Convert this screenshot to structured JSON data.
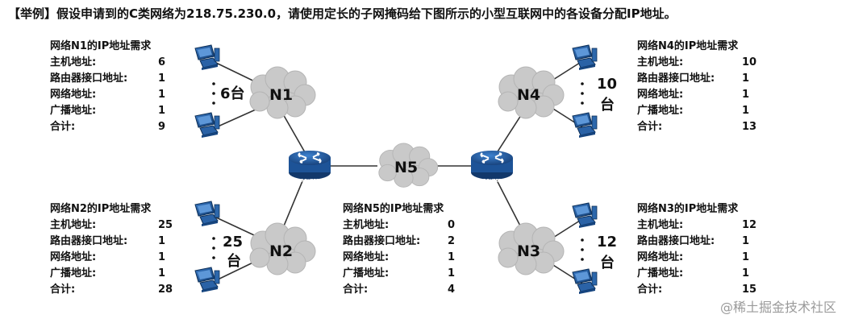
{
  "title": "【举例】假设申请到的C类网络为218.75.230.0，请使用定长的子网掩码给下图所示的小型互联网中的各设备分配IP地址。",
  "requirements": {
    "n1": {
      "heading": "网络N1的IP地址需求",
      "rows": [
        {
          "label": "主机地址:",
          "value": "6"
        },
        {
          "label": "路由器接口地址:",
          "value": "1"
        },
        {
          "label": "网络地址:",
          "value": "1"
        },
        {
          "label": "广播地址:",
          "value": "1"
        },
        {
          "label": "合计:",
          "value": "9"
        }
      ]
    },
    "n4": {
      "heading": "网络N4的IP地址需求",
      "rows": [
        {
          "label": "主机地址:",
          "value": "10"
        },
        {
          "label": "路由器接口地址:",
          "value": "1"
        },
        {
          "label": "网络地址:",
          "value": "1"
        },
        {
          "label": "广播地址:",
          "value": "1"
        },
        {
          "label": "合计:",
          "value": "13"
        }
      ]
    },
    "n2": {
      "heading": "网络N2的IP地址需求",
      "rows": [
        {
          "label": "主机地址:",
          "value": "25"
        },
        {
          "label": "路由器接口地址:",
          "value": "1"
        },
        {
          "label": "网络地址:",
          "value": "1"
        },
        {
          "label": "广播地址:",
          "value": "1"
        },
        {
          "label": "合计:",
          "value": "28"
        }
      ]
    },
    "n5": {
      "heading": "网络N5的IP地址需求",
      "rows": [
        {
          "label": "主机地址:",
          "value": "0"
        },
        {
          "label": "路由器接口地址:",
          "value": "2"
        },
        {
          "label": "网络地址:",
          "value": "1"
        },
        {
          "label": "广播地址:",
          "value": "1"
        },
        {
          "label": "合计:",
          "value": "4"
        }
      ]
    },
    "n3": {
      "heading": "网络N3的IP地址需求",
      "rows": [
        {
          "label": "主机地址:",
          "value": "12"
        },
        {
          "label": "路由器接口地址:",
          "value": "1"
        },
        {
          "label": "网络地址:",
          "value": "1"
        },
        {
          "label": "广播地址:",
          "value": "1"
        },
        {
          "label": "合计:",
          "value": "15"
        }
      ]
    }
  },
  "diagram": {
    "networks": {
      "n1": "N1",
      "n2": "N2",
      "n3": "N3",
      "n4": "N4",
      "n5": "N5"
    },
    "host_counts": {
      "n1": "6台",
      "n2_num": "25",
      "n2_unit": "台",
      "n3_num": "12",
      "n3_unit": "台",
      "n4_num": "10",
      "n4_unit": "台"
    },
    "router_label": "ROUTER"
  },
  "colors": {
    "cloud": "#c9c9c9",
    "router": "#1f5fa8",
    "monitor": "#1a4f8f",
    "line": "#333333",
    "watermark": "#9a9a9a"
  },
  "watermark": "@稀土掘金技术社区"
}
